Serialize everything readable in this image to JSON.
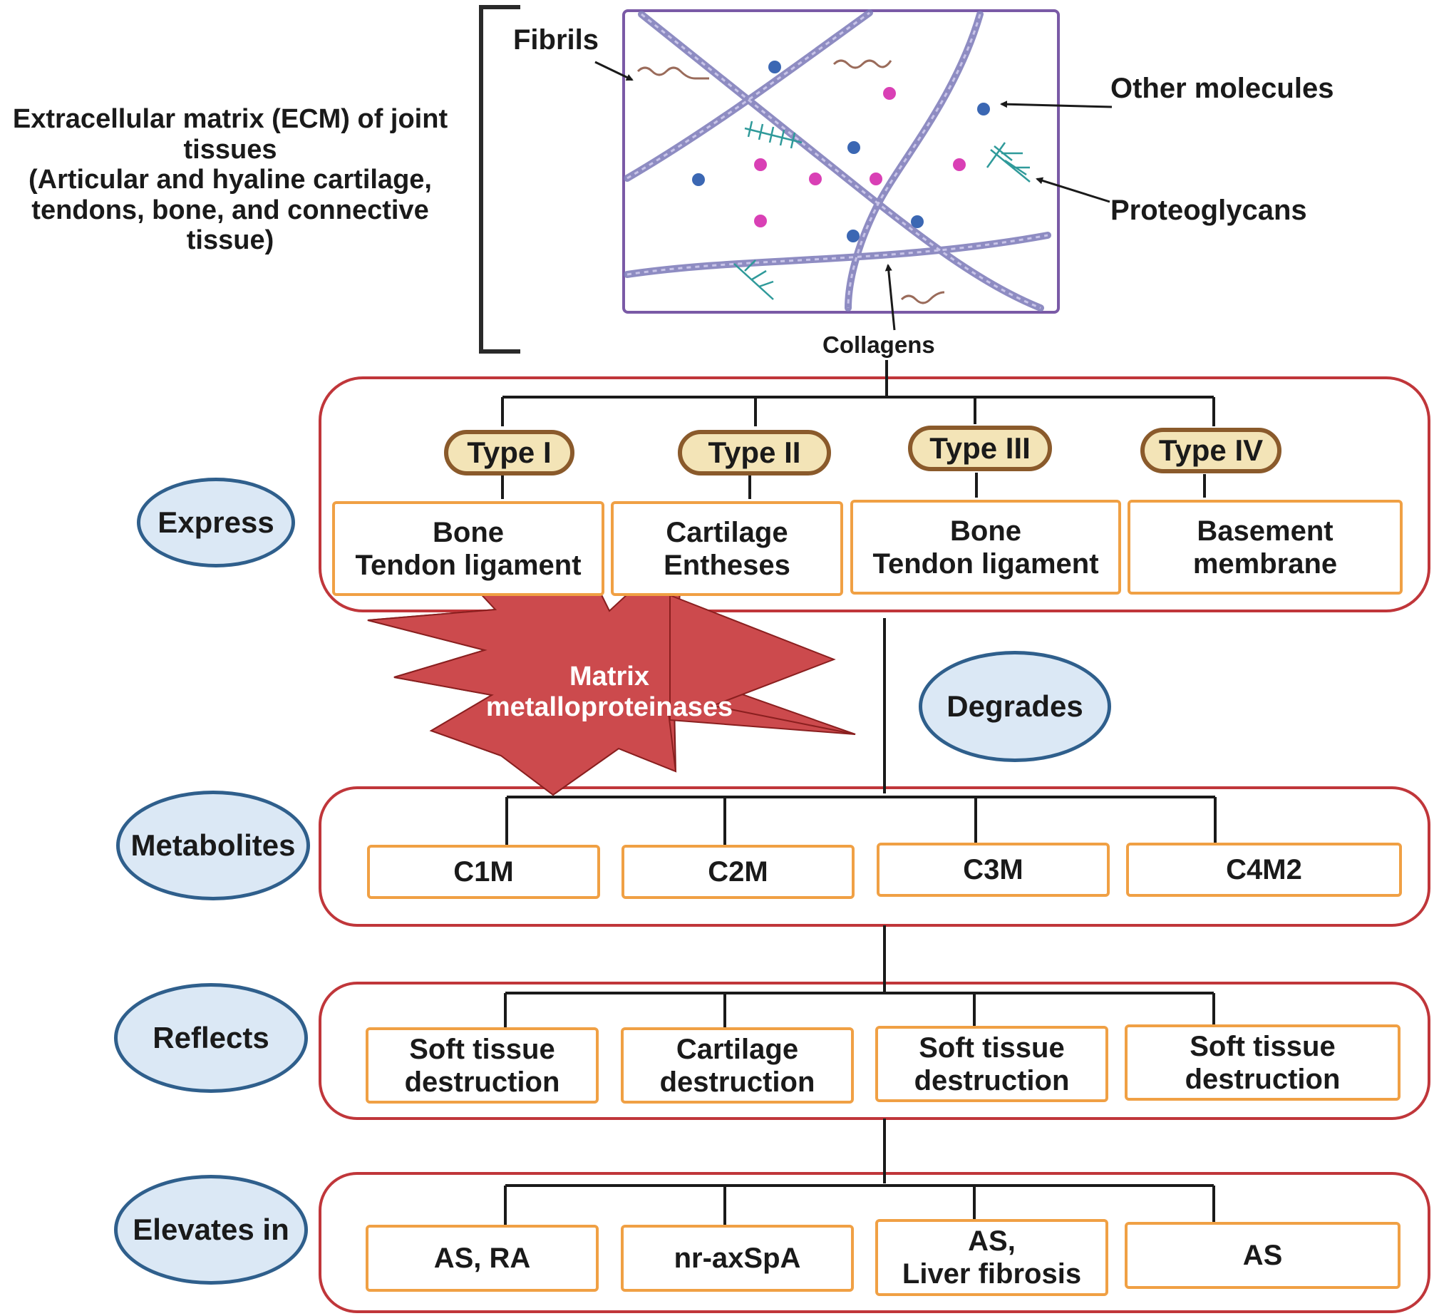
{
  "ecm": {
    "title_line1": "Extracellular matrix (ECM) of joint",
    "title_line2": "tissues",
    "title_line3": "(Articular and hyaline cartilage,",
    "title_line4": "tendons, bone, and connective",
    "title_line5": "tissue)"
  },
  "labels": {
    "fibrils": "Fibrils",
    "other_molecules": "Other molecules",
    "proteoglycans": "Proteoglycans",
    "collagens": "Collagens"
  },
  "ellipses": {
    "express": "Express",
    "degrades": "Degrades",
    "metabolites": "Metabolites",
    "reflects": "Reflects",
    "elevates": "Elevates in"
  },
  "enzyme": {
    "line1": "Matrix",
    "line2": "metalloproteinases"
  },
  "types": [
    "Type I",
    "Type II",
    "Type III",
    "Type IV"
  ],
  "express_tissues": [
    {
      "line1": "Bone",
      "line2": "Tendon ligament"
    },
    {
      "line1": "Cartilage",
      "line2": "Entheses"
    },
    {
      "line1": "Bone",
      "line2": "Tendon ligament"
    },
    {
      "line1": "Basement",
      "line2": "membrane"
    }
  ],
  "metabolites": [
    "C1M",
    "C2M",
    "C3M",
    "C4M2"
  ],
  "reflects": [
    {
      "line1": "Soft tissue",
      "line2": "destruction"
    },
    {
      "line1": "Cartilage",
      "line2": "destruction"
    },
    {
      "line1": "Soft tissue",
      "line2": "destruction"
    },
    {
      "line1": "Soft tissue",
      "line2": "destruction"
    }
  ],
  "elevates": [
    {
      "line1": "AS, RA",
      "line2": ""
    },
    {
      "line1": "nr-axSpA",
      "line2": ""
    },
    {
      "line1": "AS,",
      "line2": "Liver fibrosis"
    },
    {
      "line1": "AS",
      "line2": ""
    }
  ],
  "colors": {
    "section_border": "#c0363a",
    "box_border": "#f0a044",
    "type_fill": "#f3e4b7",
    "type_border": "#8a5a2b",
    "ellipse_fill": "#dbe8f5",
    "ellipse_border": "#2f5f8c",
    "enzyme_fill": "#cc4a4d",
    "ecm_frame": "#7a5aa6",
    "collagen": "#7b78b8",
    "dot_blue": "#3b67b3",
    "dot_pink": "#d940b5"
  }
}
